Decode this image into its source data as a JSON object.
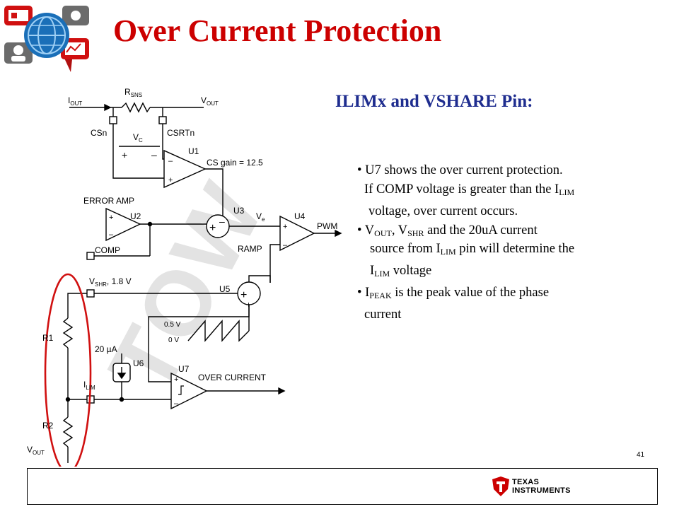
{
  "slide": {
    "title": "Over Current Protection",
    "heading": "ILIMx and VSHARE Pin:",
    "page_number": "41",
    "watermark": "TOW"
  },
  "bullets": {
    "b1": {
      "bullet": "•",
      "line1": "U7 shows the over current protection.",
      "line2_pre": "If COMP voltage is greater than the I",
      "line2_sub": "LIM",
      "line3": "voltage, over current occurs."
    },
    "b2": {
      "bullet": "•",
      "v": "V",
      "sub_out": "OUT",
      "comma": ", V",
      "sub_shr": "SHR",
      "rest1": " and the 20uA current",
      "line2_pre": "source from I",
      "line2_sub": "LIM",
      "line2_post": " pin will determine the",
      "line3_pre": "I",
      "line3_sub": "LIM",
      "line3_post": " voltage"
    },
    "b3": {
      "bullet": "•",
      "pre": "I",
      "sub": "PEAK",
      "post": " is the peak value of the phase",
      "line2": "current"
    }
  },
  "circuit": {
    "iout": "I",
    "iout_sub": "OUT",
    "rsns": "R",
    "rsns_sub": "SNS",
    "vout_top": "V",
    "vout_top_sub": "OUT",
    "csn": "CSn",
    "csrtn": "CSRTn",
    "vc": "V",
    "vc_sub": "C",
    "plus": "+",
    "minus": "–",
    "u1": "U1",
    "cs_gain": "CS gain = 12.5",
    "error_amp": "ERROR AMP",
    "u2": "U2",
    "u3": "U3",
    "ve": "V",
    "ve_sub": "e",
    "u4": "U4",
    "pwm": "PWM",
    "ramp": "RAMP",
    "comp": "COMP",
    "vshr": "V",
    "vshr_sub": "SHR",
    "vshr_val": ", 1.8  V",
    "u5": "U5",
    "v05": "0.5  V",
    "v0": "0  V",
    "r1": "R1",
    "i20": "20  µA",
    "u6": "U6",
    "u7": "U7",
    "over_current": "OVER CURRENT",
    "ilim": "I",
    "ilim_sub": "LIM",
    "r2": "R2",
    "vout_bot": "V",
    "vout_bot_sub": "OUT"
  },
  "footer": {
    "brand_line1": "TEXAS",
    "brand_line2": "INSTRUMENTS"
  },
  "colors": {
    "title": "#cc0000",
    "heading": "#1f2d8f",
    "highlight_ellipse": "#d01010",
    "ti_red": "#cc0000"
  }
}
